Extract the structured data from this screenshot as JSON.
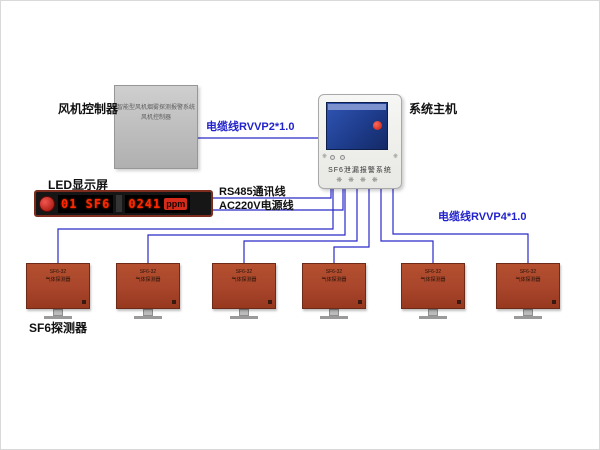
{
  "diagram": {
    "labels": {
      "fan_controller": "风机控制器",
      "system_host": "系统主机",
      "led_display": "LED显示屏",
      "sf6_detector": "SF6探测器"
    },
    "cables": {
      "rvvp2": "电缆线RVVP2*1.0",
      "rs485": "RS485通讯线",
      "ac220v": "AC220V电源线",
      "rvvp4": "电缆线RVVP4*1.0"
    },
    "fan_controller": {
      "text_line1": "智能型风机烟雾探测报警系统",
      "text_line2": "风机控制器"
    },
    "host": {
      "title": "SF6泄漏报警系统",
      "vents": "❋❋❋❋",
      "side_vent": "❋"
    },
    "led": {
      "channel": "01 SF6",
      "value": "0241",
      "unit": "ppm"
    },
    "detectors": [
      {
        "model": "SF6-32",
        "name": "气体探测器"
      },
      {
        "model": "SF6-32",
        "name": "气体探测器"
      },
      {
        "model": "SF6-32",
        "name": "气体探测器"
      },
      {
        "model": "SF6-32",
        "name": "气体探测器"
      },
      {
        "model": "SF6-32",
        "name": "气体探测器"
      },
      {
        "model": "SF6-32",
        "name": "气体探测器"
      }
    ],
    "colors": {
      "wire_blue": "#2a2ac8",
      "detector_orange": "#a8452b",
      "led_red": "#ff2800",
      "host_screen_blue": "#1d3a88"
    }
  }
}
